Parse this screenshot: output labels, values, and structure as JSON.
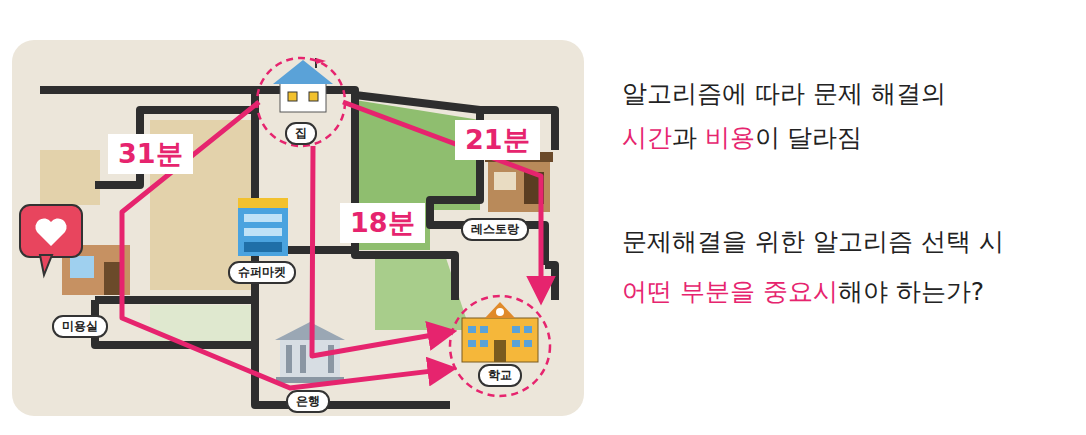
{
  "diagram": {
    "nodes": [
      {
        "text": [
          "집"
        ]
      },
      {
        "text": [
          "레스토랑"
        ]
      },
      {
        "text": [
          "슈퍼마켓"
        ]
      },
      {
        "text": [
          "미용실"
        ]
      },
      {
        "text": [
          "학교"
        ]
      },
      {
        "text": [
          "은행"
        ]
      }
    ],
    "edges": [
      {
        "from": 0,
        "to": 4,
        "label": "31분",
        "arrow": "to"
      },
      {
        "from": 0,
        "to": 4,
        "label": "21분",
        "arrow": "to"
      },
      {
        "from": 0,
        "to": 4,
        "label": "18분",
        "arrow": "to"
      }
    ],
    "labels": [
      "알고리즘에 따라 문제 해결의",
      "시간",
      "과",
      "비용",
      "이 달라짐",
      "문제해결을 위한 알고리즘 선택 시",
      "어떤 부분을 중요시",
      "해야 하는가?"
    ]
  }
}
